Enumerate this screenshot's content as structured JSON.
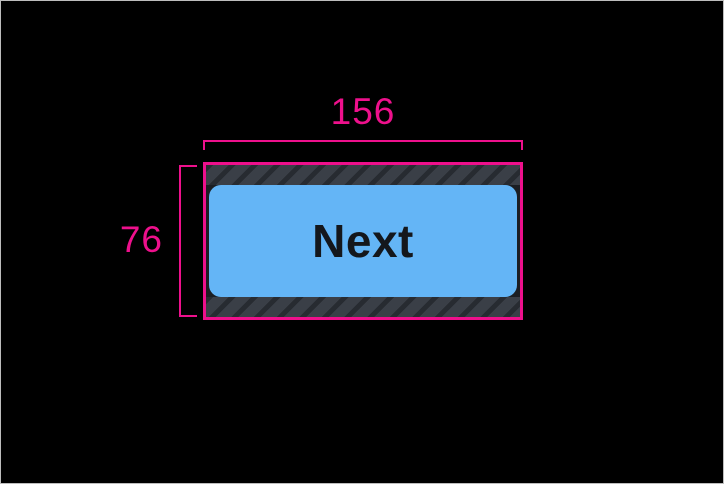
{
  "colors": {
    "accent": "#ee108c",
    "button_fill": "#64b5f6",
    "button_text": "#14171c",
    "hatch_bg": "#3a3f47",
    "hatch_stripe": "#272b31",
    "canvas_bg": "#000000"
  },
  "measurements": {
    "width": {
      "label": "156"
    },
    "height": {
      "label": "76"
    }
  },
  "button": {
    "label": "Next"
  }
}
